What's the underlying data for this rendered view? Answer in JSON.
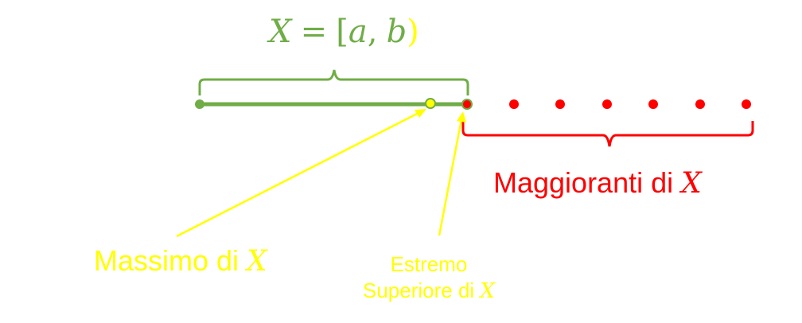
{
  "colors": {
    "green": "#70ad47",
    "yellow": "#ffff00",
    "red": "#ff0000"
  },
  "interval_label": {
    "lhs": "X",
    "eq": "=",
    "open_bracket": "[",
    "a": "a",
    "comma": ",",
    "b": "b",
    "close_bracket": ")"
  },
  "upper_bounds_label": {
    "text": "Maggioranti di ",
    "var": "X"
  },
  "maximum_label": {
    "text": "Massimo di ",
    "var": "X"
  },
  "supremum_label": {
    "line1": "Estremo",
    "line2_text": "Superiore di ",
    "var": "X"
  },
  "upper_bound_dots_count": 6
}
